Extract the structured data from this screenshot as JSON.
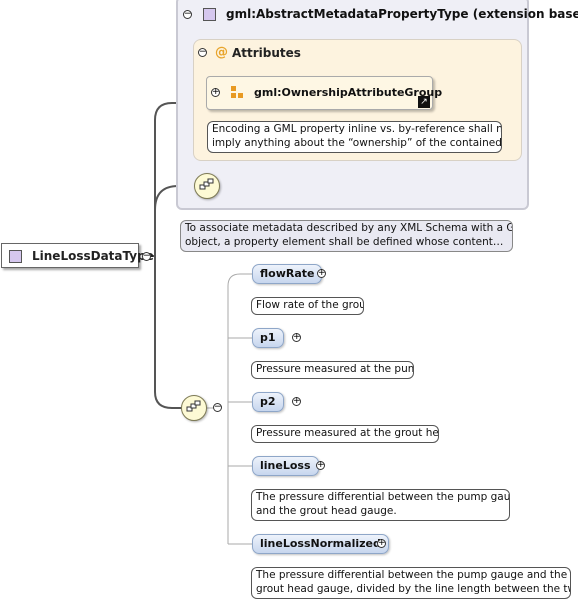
{
  "base_type": {
    "title": "gml:AbstractMetadataPropertyType (extension base)",
    "attributes": {
      "label": "Attributes",
      "group": {
        "name": "gml:OwnershipAttributeGroup",
        "note_line1": "Encoding a GML property inline vs. by-reference shall not",
        "note_line2": "imply anything about the “ownership” of the contained or…"
      }
    },
    "note_line1": "To associate metadata described by any XML Schema with a GML",
    "note_line2": "object, a property element shall be defined whose content…"
  },
  "root": {
    "name": "LineLossDataType"
  },
  "elements": [
    {
      "name": "flowRate",
      "note_line1": "Flow rate of the grout",
      "note_line2": ""
    },
    {
      "name": "p1",
      "note_line1": "Pressure measured at the pump",
      "note_line2": ""
    },
    {
      "name": "p2",
      "note_line1": "Pressure measured at the grout head",
      "note_line2": ""
    },
    {
      "name": "lineLoss",
      "note_line1": "The pressure differential between the pump gauge",
      "note_line2": "and the grout head gauge."
    },
    {
      "name": "lineLossNormalized",
      "note_line1": "The pressure differential between the pump gauge and the",
      "note_line2": "grout head gauge, divided by the line length between the two…"
    }
  ],
  "icons": {
    "collapse": "collapse-toggle-icon",
    "expand": "expand-toggle-icon",
    "type": "complex-type-icon",
    "attribute": "attribute-at-icon",
    "group": "attribute-group-icon",
    "sequence": "sequence-compositor-icon",
    "link": "reference-link-icon"
  },
  "colors": {
    "type_swatch": "#d5c7ee",
    "attr_bg": "#fdf3df",
    "ext_bg": "#efeff6",
    "element_fill": "#c7d6ee",
    "compositor_fill": "#fdfad5"
  }
}
